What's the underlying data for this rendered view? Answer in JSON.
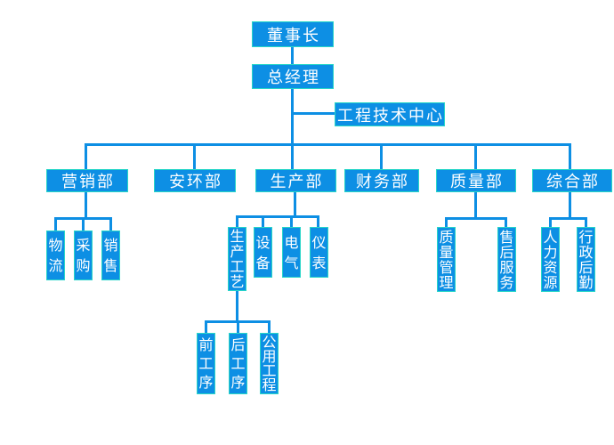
{
  "colors": {
    "node_fill": "#0d8fe4",
    "node_border": "#28d6c8",
    "node_text": "#ffffff",
    "connector_line": "#0d8fe4",
    "background": "#ffffff"
  },
  "org_chart": {
    "chairman": {
      "label": "董事长"
    },
    "general_manager": {
      "label": "总经理"
    },
    "engineering_center": {
      "label": "工程技术中心"
    },
    "departments": {
      "marketing": {
        "label": "营销部"
      },
      "safety_env": {
        "label": "安环部"
      },
      "production": {
        "label": "生产部"
      },
      "finance": {
        "label": "财务部"
      },
      "quality": {
        "label": "质量部"
      },
      "general_affairs": {
        "label": "综合部"
      }
    },
    "marketing_children": {
      "logistics": {
        "label": "物流"
      },
      "purchasing": {
        "label": "采购"
      },
      "sales": {
        "label": "销售"
      }
    },
    "production_children": {
      "production_process": {
        "label": "生产工艺"
      },
      "equipment": {
        "label": "设备"
      },
      "electrical": {
        "label": "电气"
      },
      "instrumentation": {
        "label": "仪表"
      }
    },
    "process_children": {
      "front_process": {
        "label": "前工序"
      },
      "back_process": {
        "label": "后工序"
      },
      "utility_engineering": {
        "label": "公用工程"
      }
    },
    "quality_children": {
      "quality_management": {
        "label": "质量管理"
      },
      "after_sales_service": {
        "label": "售后服务"
      }
    },
    "general_children": {
      "human_resources": {
        "label": "人力资源"
      },
      "admin_logistics": {
        "label": "行政后勤"
      }
    },
    "hierarchy": {
      "chairman": [
        "general_manager"
      ],
      "general_manager": [
        "engineering_center",
        "marketing",
        "safety_env",
        "production",
        "finance",
        "quality",
        "general_affairs"
      ],
      "marketing": [
        "logistics",
        "purchasing",
        "sales"
      ],
      "production": [
        "production_process",
        "equipment",
        "electrical",
        "instrumentation"
      ],
      "production_process": [
        "front_process",
        "back_process",
        "utility_engineering"
      ],
      "quality": [
        "quality_management",
        "after_sales_service"
      ],
      "general_affairs": [
        "human_resources",
        "admin_logistics"
      ]
    }
  }
}
